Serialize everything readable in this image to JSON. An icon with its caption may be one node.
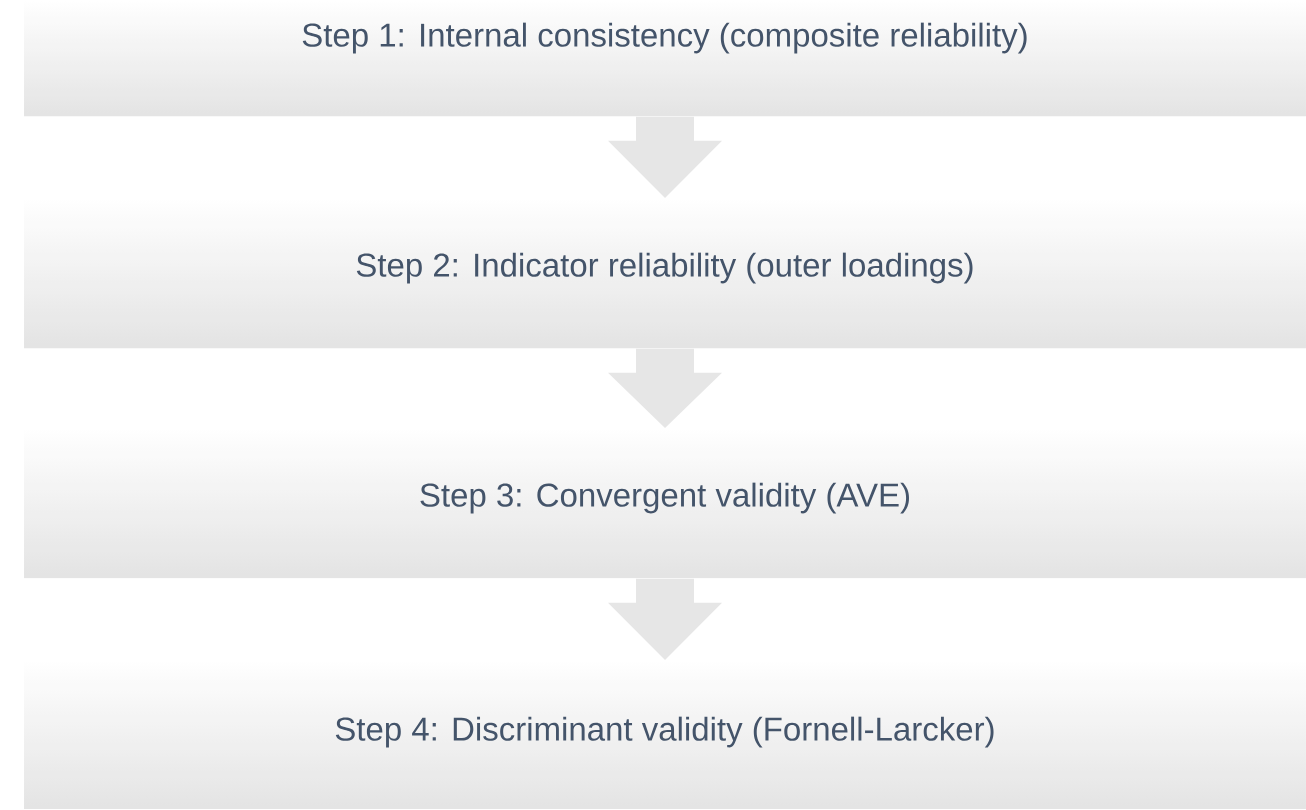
{
  "diagram": {
    "nodes": [
      {
        "text": [
          "Step 1: Internal consistency (composite reliability)"
        ]
      },
      {
        "text": [
          "Step 2: Indicator reliability (outer loadings)"
        ]
      },
      {
        "text": [
          "Step 3: Convergent validity (AVE)"
        ]
      },
      {
        "text": [
          "Step 4: Discriminant validity (Fornell-Larcker)"
        ]
      }
    ],
    "edges": [
      {
        "from": 0,
        "to": 1,
        "arrow": "to"
      },
      {
        "from": 1,
        "to": 2,
        "arrow": "to"
      },
      {
        "from": 2,
        "to": 3,
        "arrow": "to"
      }
    ]
  }
}
